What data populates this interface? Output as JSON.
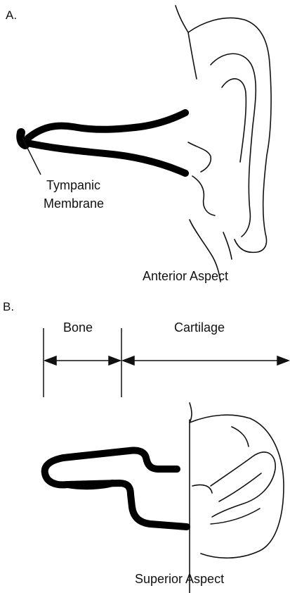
{
  "panel_a": {
    "letter": "A.",
    "tympanic_membrane_line1": "Tympanic",
    "tympanic_membrane_line2": "Membrane",
    "aspect_label": "Anterior Aspect"
  },
  "panel_b": {
    "letter": "B.",
    "bone_label": "Bone",
    "cartilage_label": "Cartilage",
    "aspect_label": "Superior Aspect"
  },
  "colors": {
    "ink": "#111111",
    "background": "#ffffff"
  }
}
